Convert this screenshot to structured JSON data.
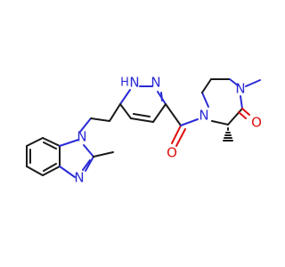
{
  "molecule": {
    "atom_labels": {
      "pyrazole_nh_N": "N",
      "pyrazole_nh_H": "H",
      "pyrazole_N2": "N",
      "benzimidazole_N1": "N",
      "benzimidazole_N3": "N",
      "amide_carbonyl_O": "O",
      "piperazine_N4": "N",
      "piperazine_N1": "N",
      "lactam_O": "O"
    },
    "colors": {
      "carbon_bond": "#1a1a1a",
      "nitrogen": "#2b2bd6",
      "oxygen": "#e01010",
      "background": "#ffffff"
    }
  }
}
